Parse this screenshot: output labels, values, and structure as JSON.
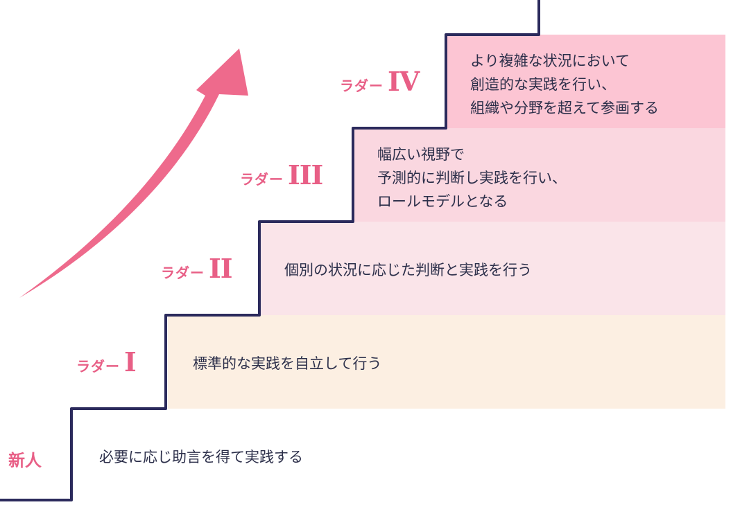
{
  "colors": {
    "accent": "#e85f86",
    "stair_line": "#2b2a5c",
    "text": "#2c2f4a",
    "band_1": "#fcefe2",
    "band_2": "#fae4e9",
    "band_3": "#fad7e0",
    "band_4": "#fcc5d3"
  },
  "steps": [
    {
      "label": "新人",
      "description": [
        "必要に応じ助言を得て実践する"
      ]
    },
    {
      "label_prefix": "ラダー",
      "label_numeral": "I",
      "description": [
        "標準的な実践を自立して行う"
      ]
    },
    {
      "label_prefix": "ラダー",
      "label_numeral": "II",
      "description": [
        "個別の状況に応じた判断と実践を行う"
      ]
    },
    {
      "label_prefix": "ラダー",
      "label_numeral": "III",
      "description": [
        "幅広い視野で",
        "予測的に判断し実践を行い、",
        "ロールモデルとなる"
      ]
    },
    {
      "label_prefix": "ラダー",
      "label_numeral": "IV",
      "description": [
        "より複雑な状況において",
        "創造的な実践を行い、",
        "組織や分野を超えて参画する"
      ]
    }
  ],
  "icons": {
    "growth_arrow": "curved-up-arrow-icon"
  }
}
